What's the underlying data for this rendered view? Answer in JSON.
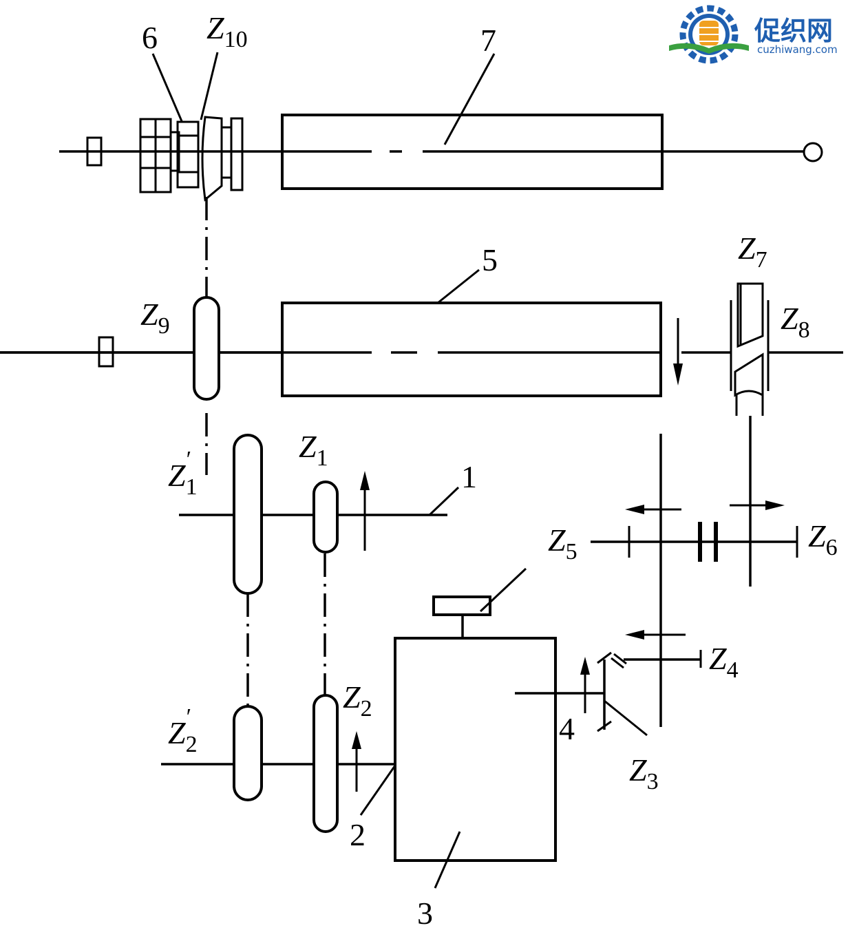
{
  "logo": {
    "name_cn": "促织网",
    "domain": "cuzhiwang.com",
    "colors": {
      "gear": "#1f5fb0",
      "spool": "#f0a020",
      "book_green": "#3aa040"
    }
  },
  "part_labels": {
    "p1": "1",
    "p2": "2",
    "p3": "3",
    "p4": "4",
    "p5": "5",
    "p6": "6",
    "p7": "7"
  },
  "gear_labels": {
    "z1": {
      "base": "Z",
      "sub": "1"
    },
    "z1p": {
      "base": "Z",
      "sub": "1",
      "prime": "′"
    },
    "z2": {
      "base": "Z",
      "sub": "2"
    },
    "z2p": {
      "base": "Z",
      "sub": "2",
      "prime": "′"
    },
    "z3": {
      "base": "Z",
      "sub": "3"
    },
    "z4": {
      "base": "Z",
      "sub": "4"
    },
    "z5": {
      "base": "Z",
      "sub": "5"
    },
    "z6": {
      "base": "Z",
      "sub": "6"
    },
    "z7": {
      "base": "Z",
      "sub": "7"
    },
    "z8": {
      "base": "Z",
      "sub": "8"
    },
    "z9": {
      "base": "Z",
      "sub": "9"
    },
    "z10": {
      "base": "Z",
      "sub": "10"
    }
  }
}
